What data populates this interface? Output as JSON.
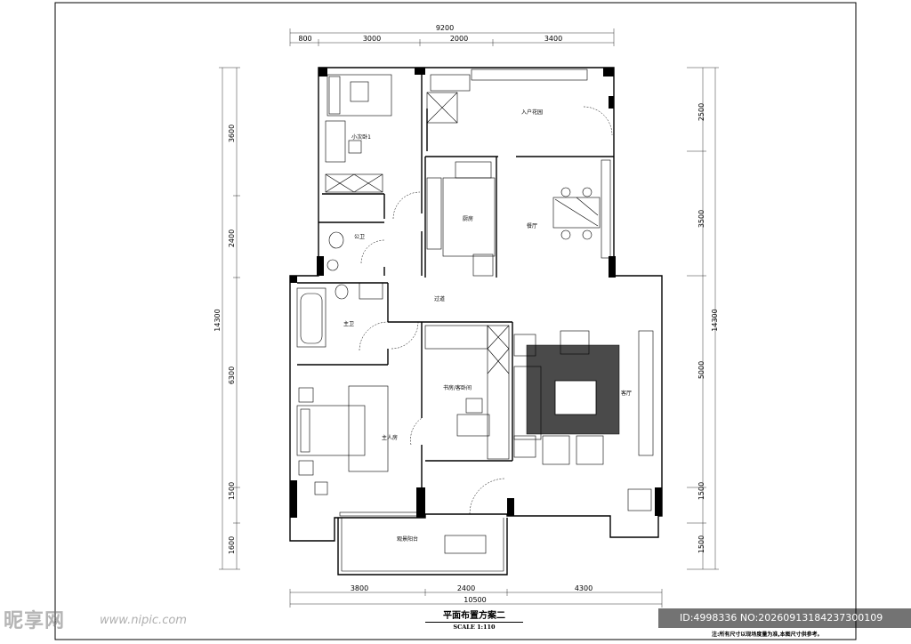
{
  "drawing": {
    "title": "平面布置方案二",
    "scale": "SCALE 1:110",
    "note": "注:所有尺寸以现场度量为准,本图尺寸供参考。"
  },
  "dimensions": {
    "top_total": "9200",
    "top_segments": [
      "800",
      "3000",
      "2000",
      "3400"
    ],
    "bottom_total": "10500",
    "bottom_segments": [
      "3800",
      "2400",
      "4300"
    ],
    "left_total": "14300",
    "left_segments": [
      "3600",
      "2400",
      "6300",
      "1500",
      "1600"
    ],
    "right_total": "14300",
    "right_segments": [
      "2500",
      "3500",
      "5000",
      "1500",
      "1500"
    ]
  },
  "rooms": {
    "secondary_bedroom": "小次卧1",
    "public_bath": "公卫",
    "entrance_garden": "入户花园",
    "kitchen": "厨房",
    "dining": "餐厅",
    "corridor": "过道",
    "master_bath": "主卫",
    "study": "书房/客卧间",
    "master_bedroom": "主人房",
    "living": "客厅",
    "balcony": "观景阳台"
  },
  "watermark": {
    "logo": "昵享网",
    "url": "www.nipic.com",
    "id_text": "ID:4998336 NO:20260913184237300109"
  }
}
